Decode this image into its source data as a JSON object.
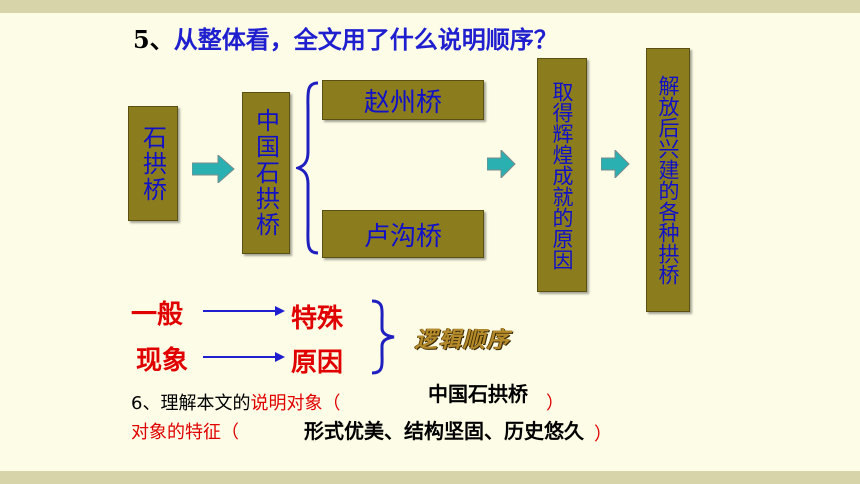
{
  "question5": {
    "number": "5、",
    "text": "从整体看，全文用了什么说明顺序？"
  },
  "boxes": {
    "stone_arch": "石拱桥",
    "china_stone_arch": "中国石拱桥",
    "zhaozhou": "赵州桥",
    "lugou": "卢沟桥",
    "reasons": "取得辉煌成就的原因",
    "post_liberation": "解放后兴建的各种拱桥"
  },
  "general_special": {
    "general": "一般",
    "special": "特殊",
    "phenomenon": "现象",
    "cause": "原因",
    "order_label": "逻辑顺序"
  },
  "question6": {
    "prefix": "6、理解本文的",
    "object_label": "说明对象（",
    "object_answer": "中国石拱桥",
    "object_close": "）",
    "feature_label": "对象的特征（",
    "feature_answer": "形式优美、结构坚固、历史悠久",
    "feature_close": "）"
  },
  "colors": {
    "box_fill": "#8b7d1e",
    "box_text": "#1010c8",
    "arrow": "#2ab0b0",
    "brace": "#2020c0",
    "red": "#e00000"
  }
}
